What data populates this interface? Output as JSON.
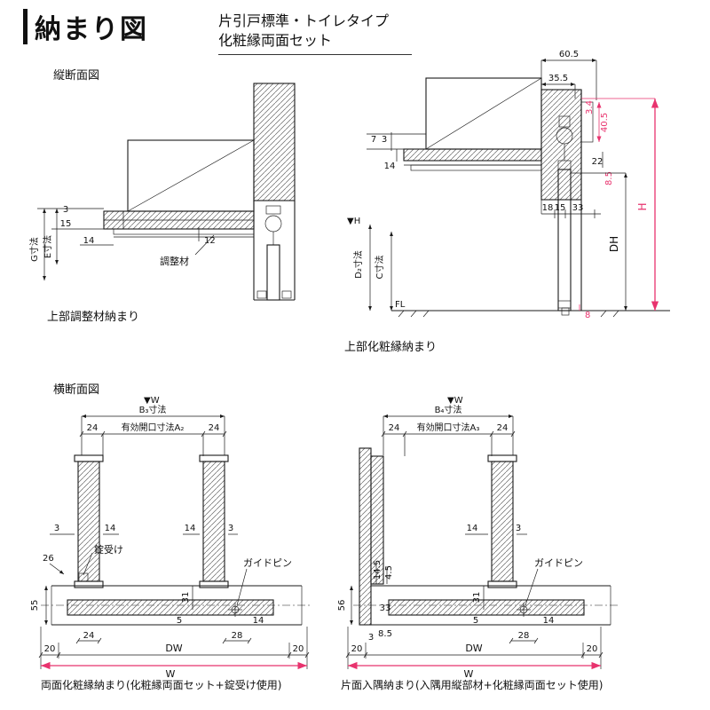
{
  "colors": {
    "accent_red": "#e8336e",
    "line_color": "#1a1a1a",
    "background": "#ffffff"
  },
  "header": {
    "title": "納まり図",
    "subtitle_line1": "片引戸標準・トイレタイプ",
    "subtitle_line2": "化粧縁両面セット"
  },
  "vs": {
    "section_label": "縦断面図",
    "left_caption": "上部調整材納まり",
    "right_caption": "上部化粧縁納まり",
    "l": {
      "g": "G寸法",
      "e": "E寸法",
      "d3": "3",
      "d15": "15",
      "d14": "14",
      "d12": "12",
      "adjuster": "調整材"
    },
    "r": {
      "d605": "60.5",
      "d355": "35.5",
      "d34": "3.4",
      "d405": "40.5",
      "d22": "22",
      "d85": "8.5",
      "d7": "7",
      "d3": "3",
      "d14": "14",
      "d18": "18",
      "d15": "15",
      "d33": "33",
      "dh": "DH",
      "h": "H",
      "hmark": "▼H",
      "d2": "D₂寸法",
      "c": "C寸法",
      "fl": "FL",
      "d8": "8"
    }
  },
  "hs": {
    "section_label": "横断面図",
    "left_caption": "両面化粧縁納まり(化粧縁両面セット+錠受け使用)",
    "right_caption": "片面入隅納まり(入隅用縦部材+化粧縁両面セット使用)",
    "l": {
      "wmark": "▼W",
      "b": "B₃寸法",
      "a": "有効開口寸法A₂",
      "d24a": "24",
      "d24b": "24",
      "d3a": "3",
      "d14a": "14",
      "d14b": "14",
      "d3b": "3",
      "lock": "錠受け",
      "guide": "ガイドピン",
      "d26": "26",
      "d55": "55",
      "d5": "5",
      "d31": "31",
      "d14c": "14",
      "d24c": "24",
      "d28": "28",
      "d20a": "20",
      "dw": "DW",
      "d20b": "20",
      "w": "W"
    },
    "r": {
      "wmark": "▼W",
      "b": "B₄寸法",
      "a": "有効開口寸法A₃",
      "d24a": "24",
      "d24b": "24",
      "d14a": "14",
      "d3a": "3",
      "guide": "ガイドピン",
      "d145": "14.5",
      "d45": "4.5",
      "d33": "33",
      "d85": "8.5",
      "d3b": "3",
      "d56": "56",
      "d5": "5",
      "d31": "31",
      "d14c": "14",
      "d28": "28",
      "d20a": "20",
      "dw": "DW",
      "d20b": "20",
      "w": "W"
    }
  }
}
